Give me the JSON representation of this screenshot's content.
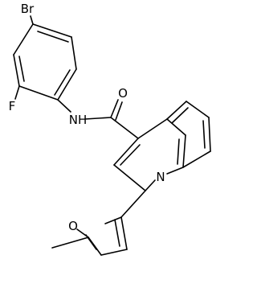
{
  "molecule": {
    "atoms": {
      "br": "Br",
      "f": "F",
      "nh": "NH",
      "o_carbonyl": "O",
      "n_quinoline": "N",
      "o_furan": "O"
    }
  },
  "colors": {
    "background": "#ffffff",
    "bond": "#000000",
    "label": "#000000"
  }
}
